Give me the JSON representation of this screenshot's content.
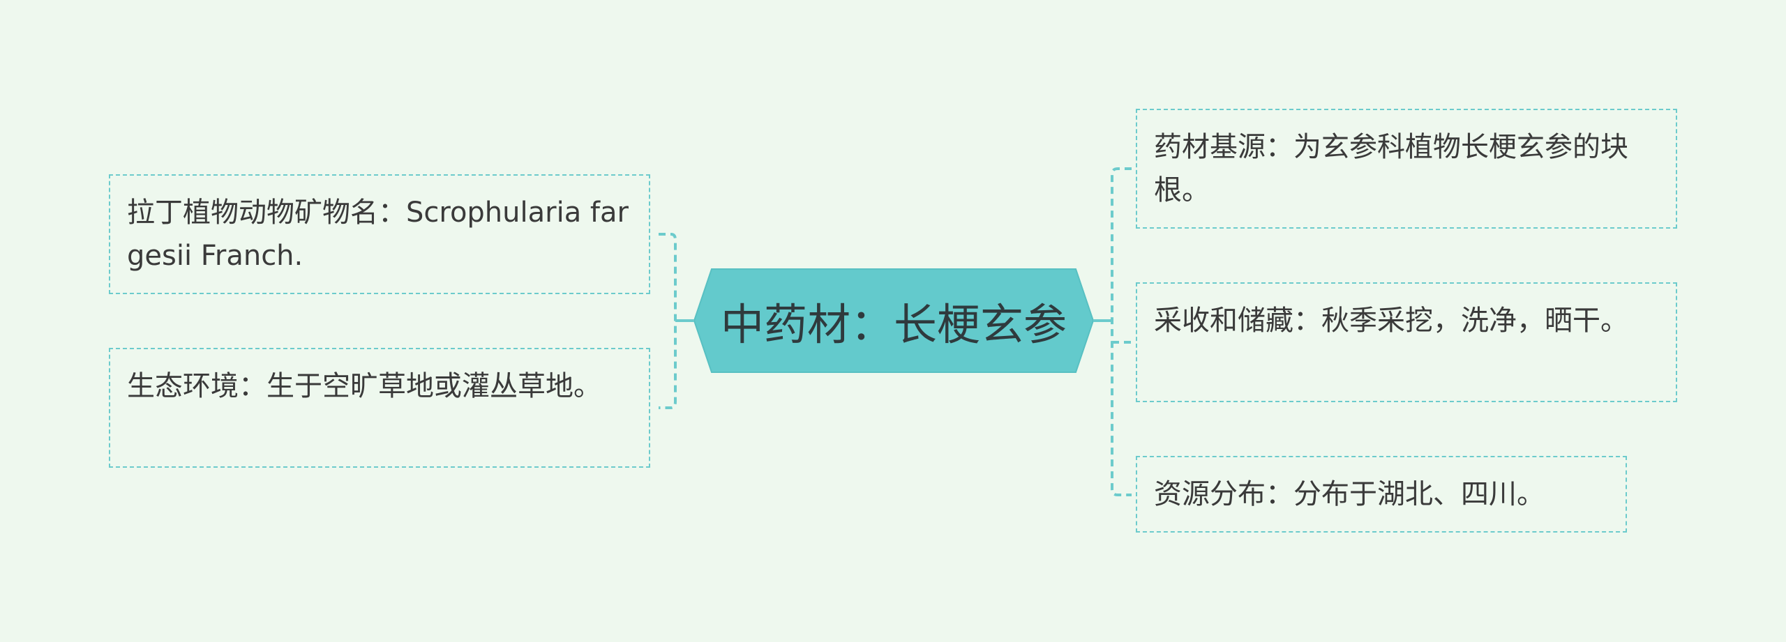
{
  "center": {
    "text": "中药材：长梗玄参"
  },
  "topics": {
    "latin_name": "拉丁植物动物矿物名：Scrophularia fargesii Franch.",
    "environment": "生态环境：生于空旷草地或灌丛草地。",
    "source": "药材基源：为玄参科植物长梗玄参的块根。",
    "harvest": "采收和储藏：秋季采挖，洗净，晒干。",
    "distribution": "资源分布：分布于湖北、四川。"
  },
  "colors": {
    "background": "#eef8ee",
    "center_fill": "#63cacc",
    "connector": "#6ccbcc",
    "text": "#3a3a3a"
  }
}
